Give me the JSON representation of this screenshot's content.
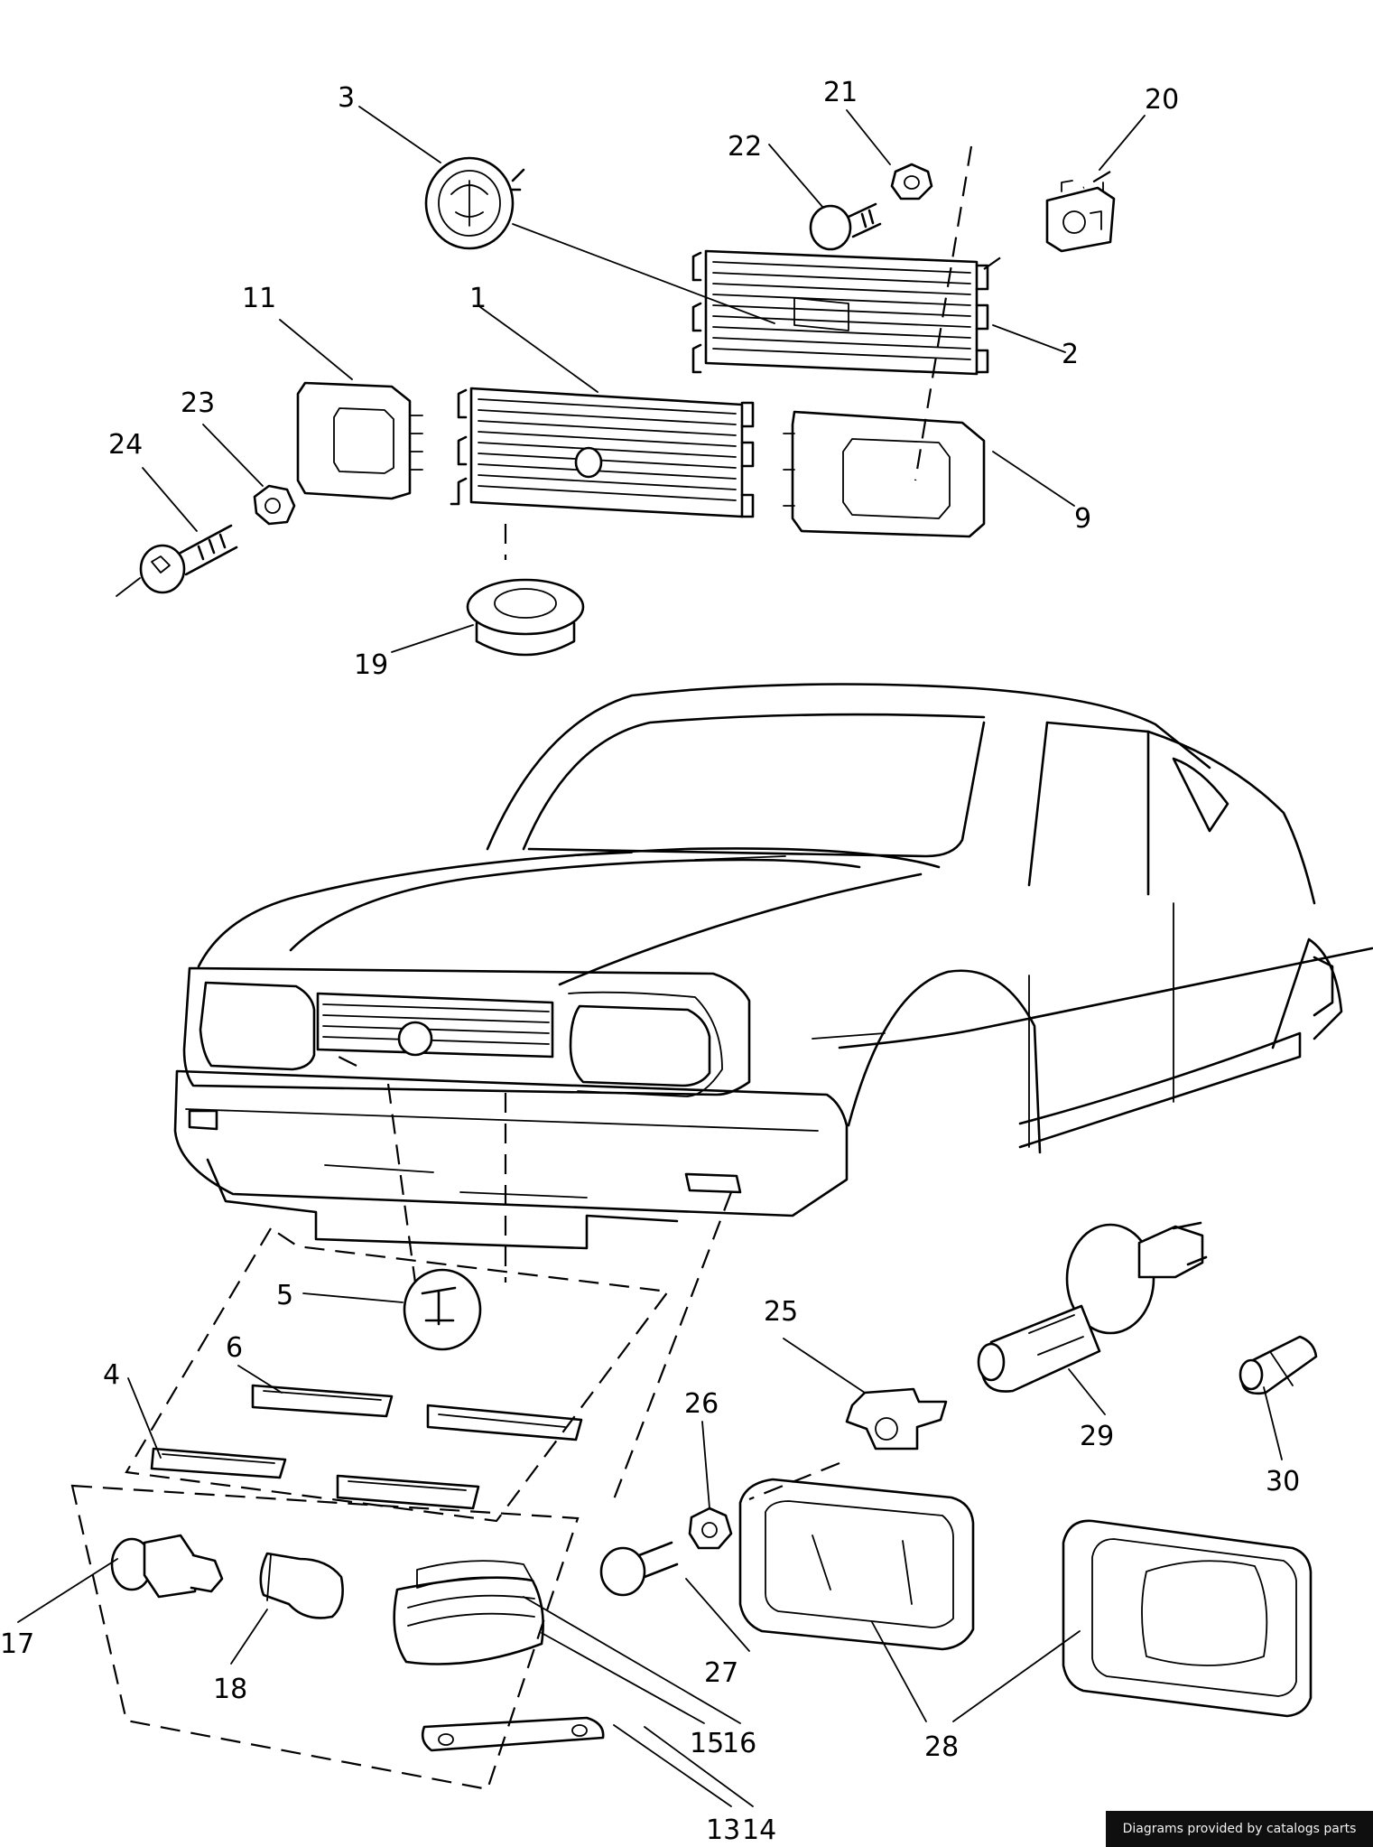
{
  "callouts": [
    {
      "label": "1"
    },
    {
      "label": "2"
    },
    {
      "label": "3"
    },
    {
      "label": "4"
    },
    {
      "label": "5"
    },
    {
      "label": "6"
    },
    {
      "label": "9"
    },
    {
      "label": "11"
    },
    {
      "label": "13"
    },
    {
      "label": "14"
    },
    {
      "label": "15"
    },
    {
      "label": "16"
    },
    {
      "label": "17"
    },
    {
      "label": "18"
    },
    {
      "label": "19"
    },
    {
      "label": "20"
    },
    {
      "label": "21"
    },
    {
      "label": "22"
    },
    {
      "label": "23"
    },
    {
      "label": "24"
    },
    {
      "label": "25"
    },
    {
      "label": "26"
    },
    {
      "label": "27"
    },
    {
      "label": "28"
    },
    {
      "label": "29"
    },
    {
      "label": "30"
    }
  ],
  "credit": "Diagrams provided by catalogs parts"
}
